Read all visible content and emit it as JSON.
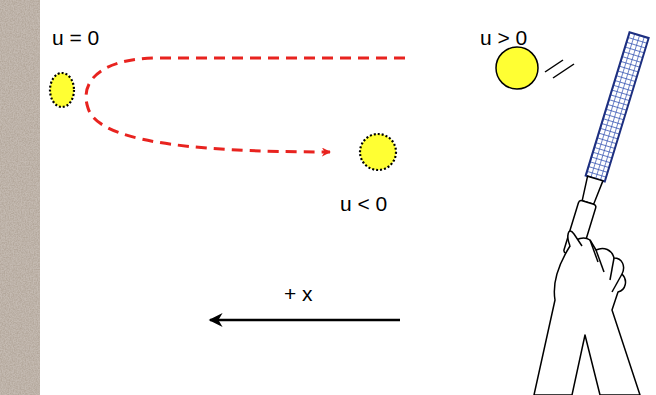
{
  "diagram": {
    "labels": [
      "u = 0",
      "u < 0",
      "u > 0",
      "+ x"
    ]
  }
}
